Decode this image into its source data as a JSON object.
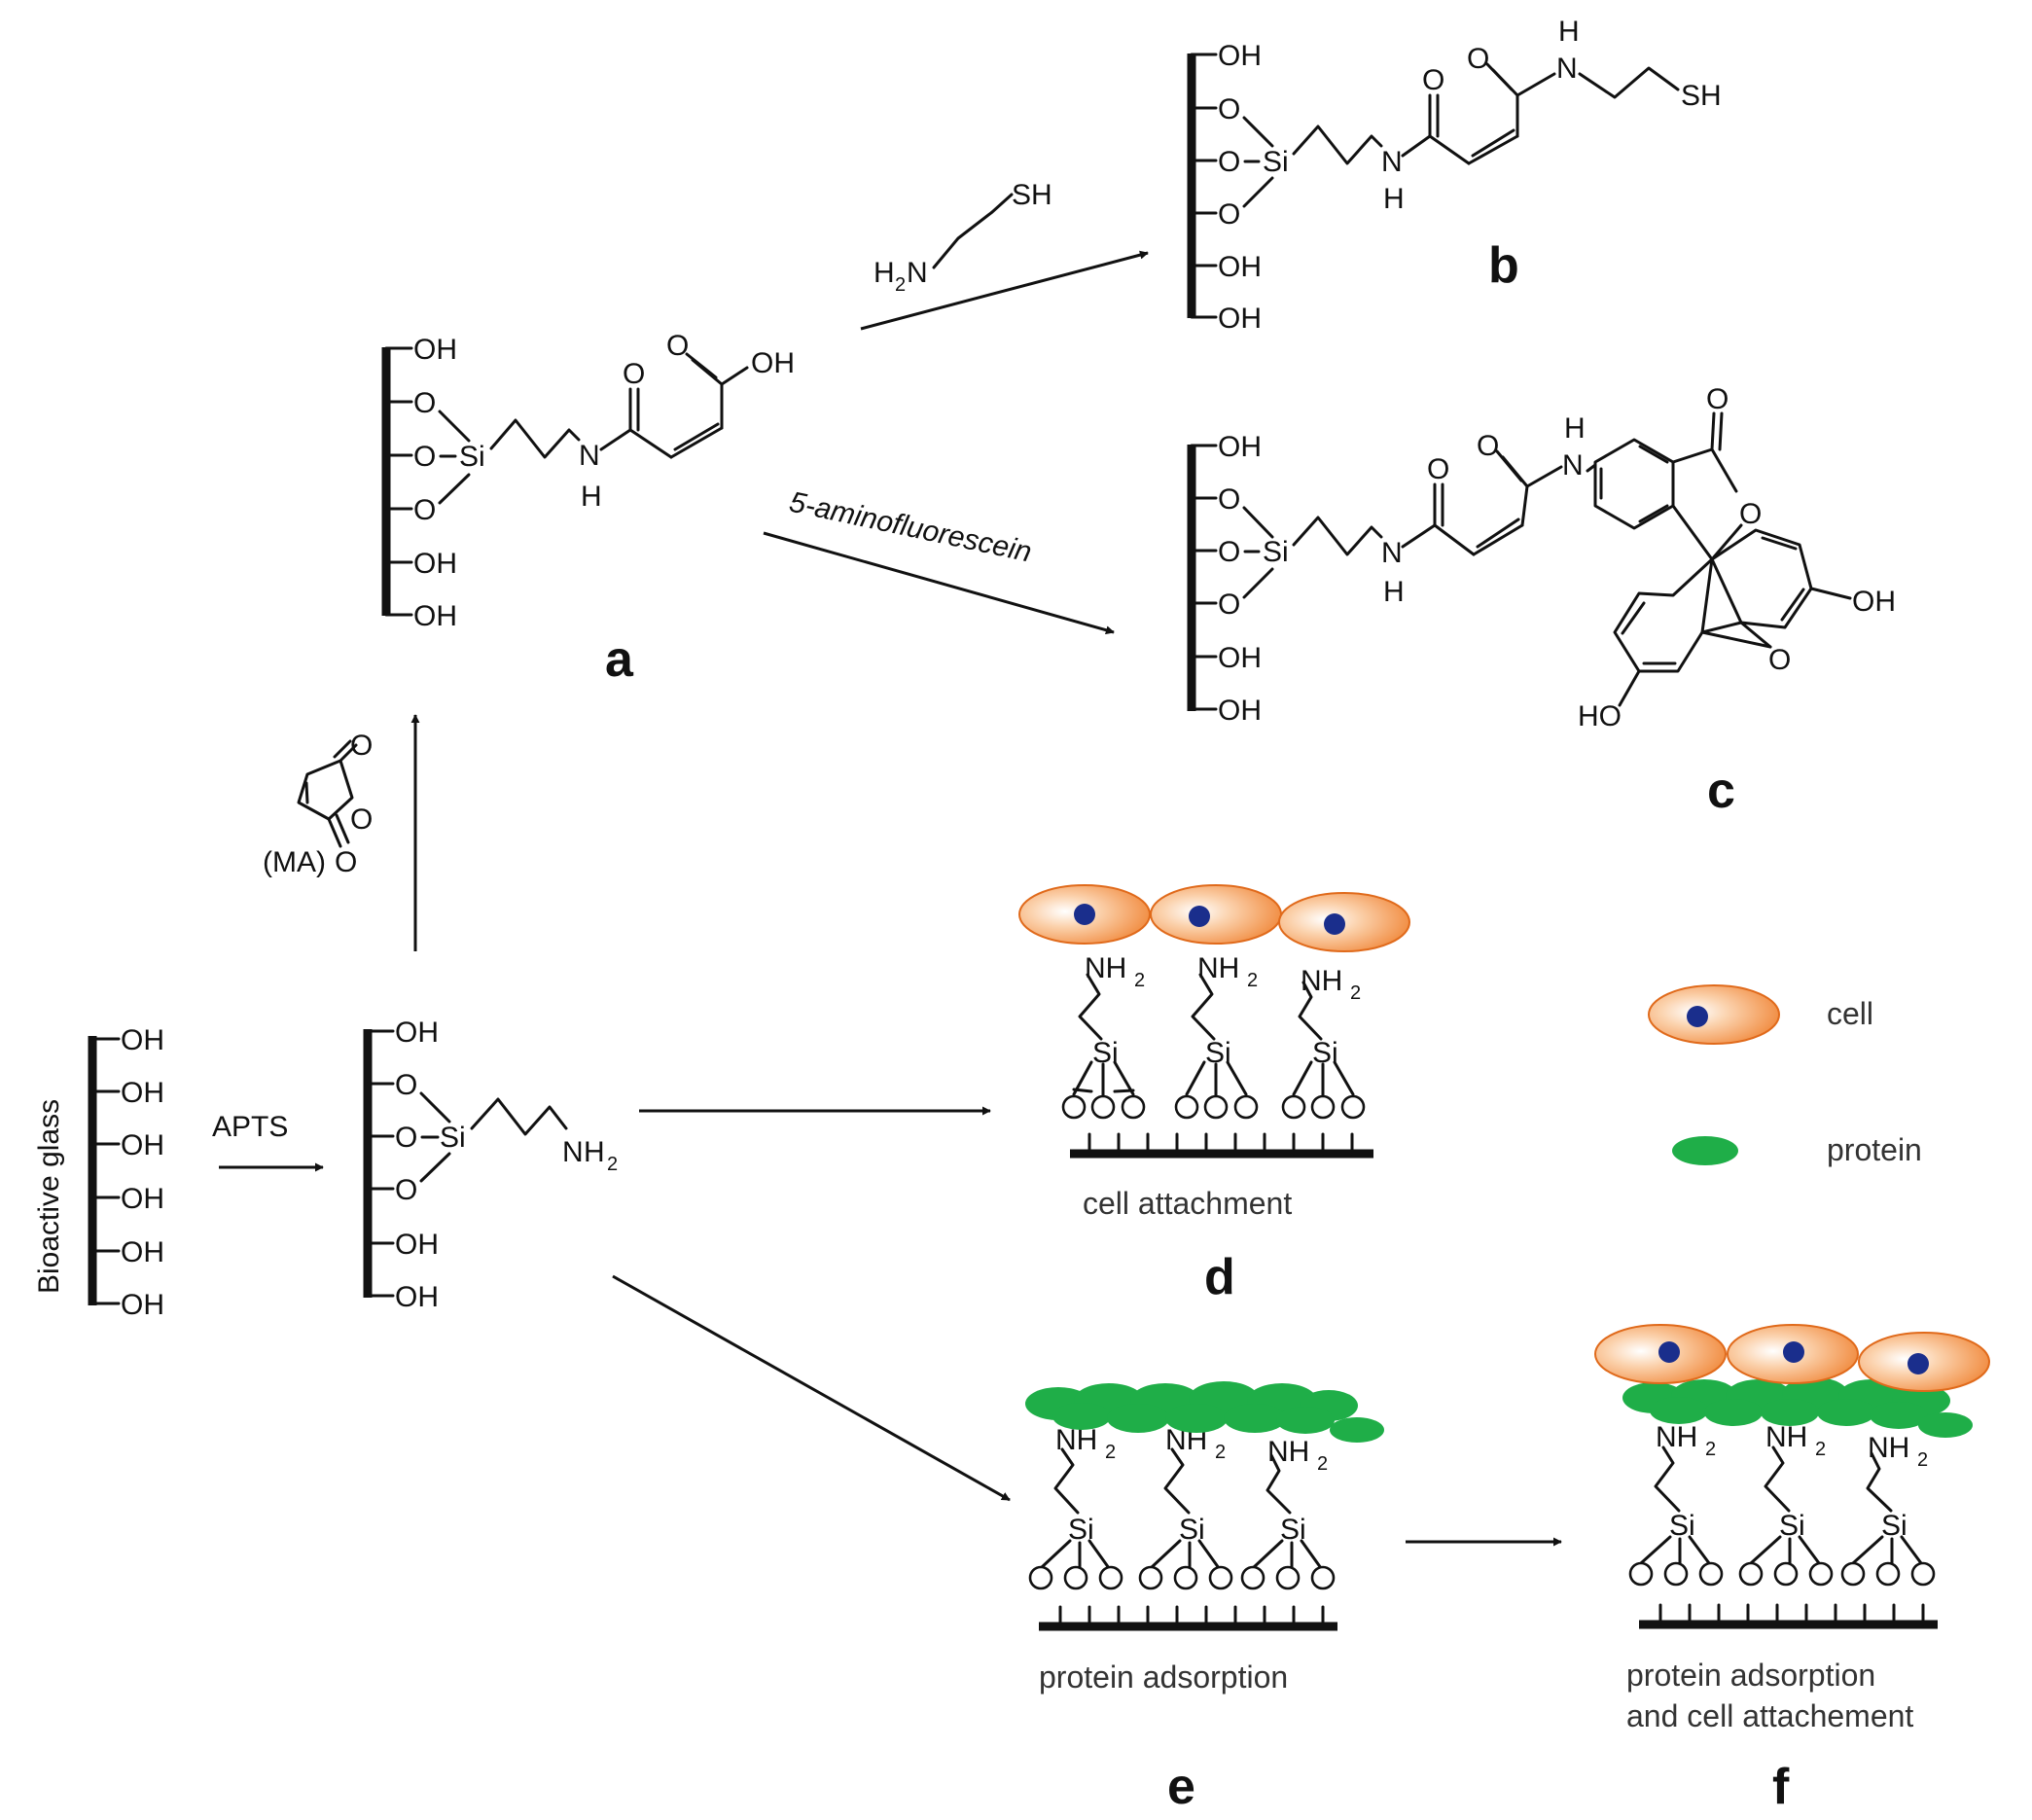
{
  "atoms": {
    "OH": "OH",
    "O": "O",
    "Si": "Si",
    "N": "N",
    "H": "H",
    "SH": "SH",
    "HO": "HO",
    "NH": "NH",
    "NH2_sub": "2",
    "H2N_main": "H",
    "H2N_sub": "2",
    "H2N_N": "N"
  },
  "reagents": {
    "cysteamine_SH": "SH",
    "aminofluorescein": "5-aminofluorescein",
    "maleic_anhydride": "(MA)",
    "apts": "APTS"
  },
  "substrate": {
    "bioactive_glass": "Bioactive glass"
  },
  "products": {
    "a": "a",
    "b": "b",
    "c": "c",
    "d": "d",
    "e": "e",
    "f": "f"
  },
  "captions": {
    "d": "cell attachment",
    "e": "protein adsorption",
    "f_line1": "protein adsorption",
    "f_line2": "and cell attachement"
  },
  "legend": {
    "cell": "cell",
    "protein": "protein"
  },
  "colors": {
    "cell_orange": "#f08a3c",
    "nucleus": "#1a2e8c",
    "protein_green": "#1fae48"
  }
}
